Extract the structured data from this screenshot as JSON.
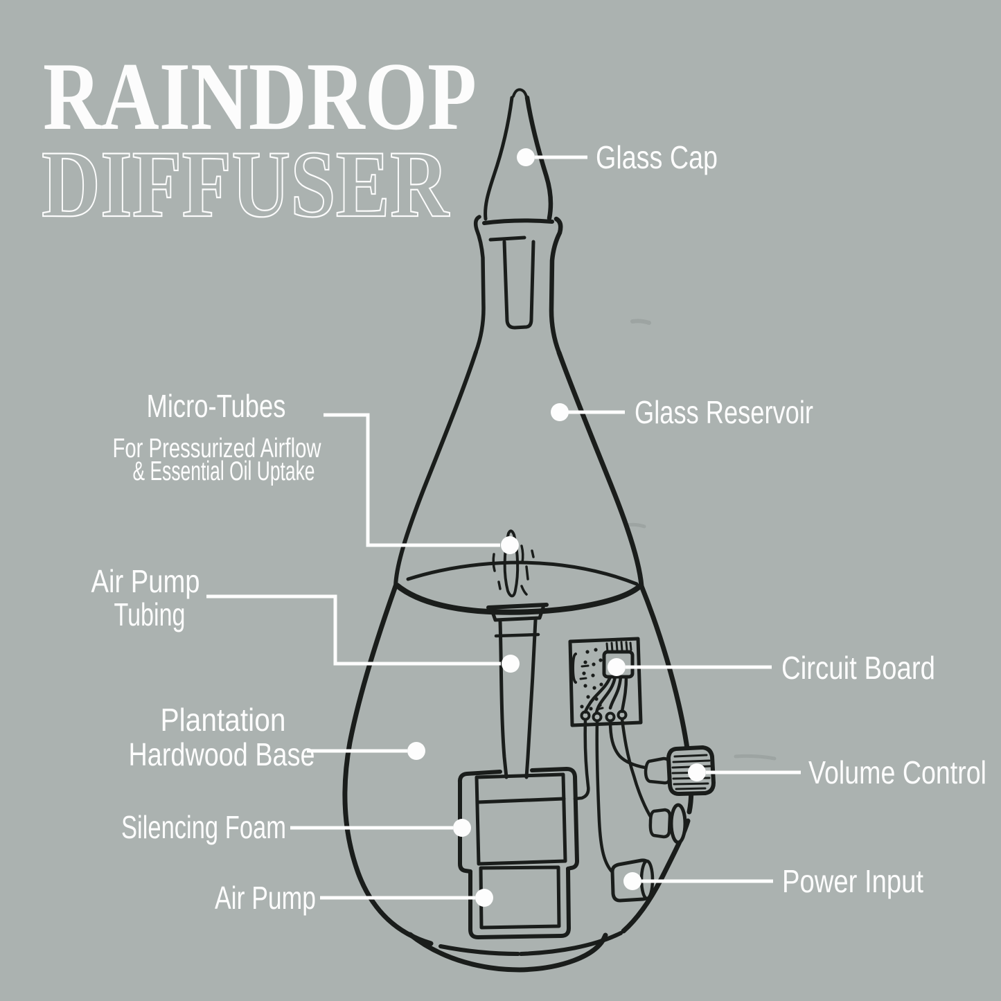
{
  "page": {
    "background_color": "#abb2b0",
    "ink_color": "#1a1d1b",
    "text_color": "#fdfdfd",
    "subject": "Raindrop Diffuser labeled parts diagram"
  },
  "title": {
    "line1": "RAINDROP",
    "line2": "DIFFUSER"
  },
  "labels": {
    "glass_cap": "Glass Cap",
    "glass_reservoir": "Glass Reservoir",
    "micro_tubes_title": "Micro-Tubes",
    "micro_tubes_sub1": "For Pressurized Airflow",
    "micro_tubes_sub2": "& Essential Oil Uptake",
    "air_pump_tubing_line1": "Air Pump",
    "air_pump_tubing_line2": "Tubing",
    "plantation_line1": "Plantation",
    "plantation_line2": "Hardwood Base",
    "silencing_foam": "Silencing Foam",
    "air_pump": "Air Pump",
    "circuit_board": "Circuit Board",
    "volume_control": "Volume Control",
    "power_input": "Power Input"
  }
}
